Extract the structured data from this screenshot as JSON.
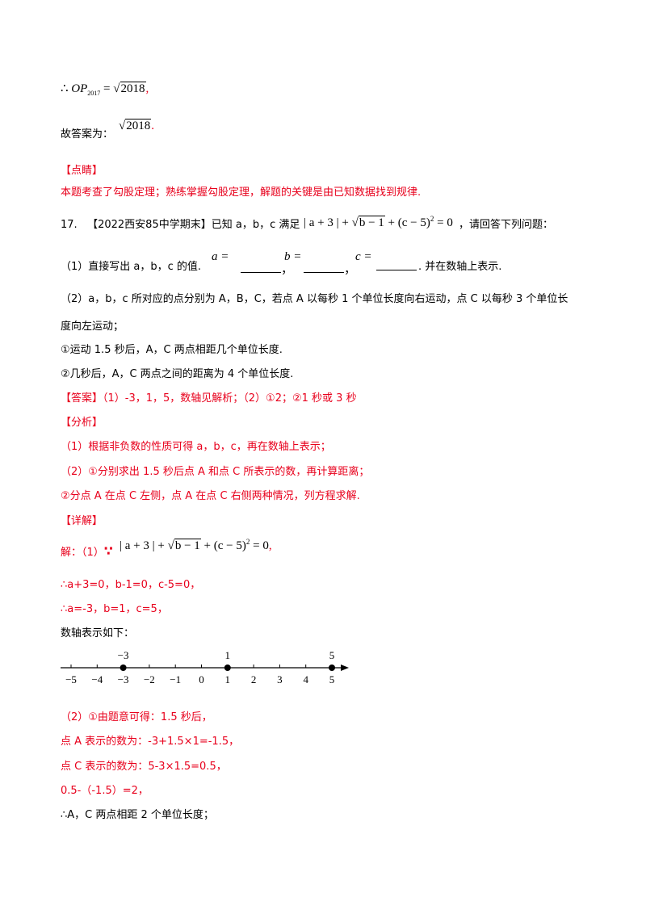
{
  "intro": {
    "op_prefix": "∴",
    "op_var": "OP",
    "op_sub": "2017",
    "op_eq": "=",
    "op_sqrt": "2018",
    "op_comma": ",",
    "answer_label": "故答案为：",
    "answer_sqrt": "2018",
    "answer_period": ".",
    "comment_heading": "【点睛】",
    "comment_text": "本题考查了勾股定理；熟练掌握勾股定理，解题的关键是由已知数据找到规律."
  },
  "problem": {
    "number": "17.",
    "source": "【2022西安85中学期末】",
    "stem_pre": "已知 a，b，c 满足",
    "cond_abs": "| a + 3 | +",
    "cond_sqrt": "b − 1",
    "cond_tail": "+ (c − 5)",
    "cond_exp": "2",
    "cond_eq": "= 0",
    "stem_post": "，请回答下列问题：",
    "part1_text": "（1）直接写出 a，b，c 的值.",
    "part1_a": "a =",
    "part1_b": "b =",
    "part1_c": "c =",
    "part1_tail": ". 并在数轴上表示.",
    "part2_line1": "（2）a，b，c 所对应的点分别为 A，B，C，若点 A 以每秒 1 个单位长度向右运动，点 C 以每秒 3 个单位长",
    "part2_line2": "度向左运动；",
    "sub1": "①运动 1.5 秒后，A，C 两点相距几个单位长度.",
    "sub2": "②几秒后，A，C 两点之间的距离为 4 个单位长度."
  },
  "solution": {
    "answer": "【答案】（1）-3，1，5，数轴见解析；（2）①2；②1 秒或 3 秒",
    "analysis_heading": "【分析】",
    "analysis_1": "（1）根据非负数的性质可得 a，b，c，再在数轴上表示；",
    "analysis_2": "（2）①分别求出 1.5 秒后点 A 和点 C 所表示的数，再计算距离；",
    "analysis_3": "②分点 A 在点 C 左侧，点 A 在点 C 右侧两种情况，列方程求解.",
    "detail_heading": "【详解】",
    "detail_lead": "解：（1）",
    "because": "∵",
    "detail_comma": ",",
    "step1": "∴a+3=0，b-1=0，c-5=0，",
    "step2": "∴a=-3，b=1，c=5，",
    "axis_caption": "数轴表示如下：",
    "part2_1": "（2）①由题意可得：1.5 秒后，",
    "part2_2": "点 A 表示的数为：-3+1.5×1=-1.5，",
    "part2_3": "点 C 表示的数为：5-3×1.5=0.5，",
    "part2_4": "0.5-（-1.5）=2，",
    "part2_5": "∴A，C 两点相距 2 个单位长度；"
  },
  "number_line": {
    "ticks": [
      "−5",
      "−4",
      "−3",
      "−2",
      "−1",
      "0",
      "1",
      "2",
      "3",
      "4",
      "5"
    ],
    "points": [
      {
        "value": -3,
        "label": "−3"
      },
      {
        "value": 1,
        "label": "1"
      },
      {
        "value": 5,
        "label": "5"
      }
    ],
    "color": "#000000"
  },
  "colors": {
    "accent_red": "#e8001c",
    "text": "#000000"
  }
}
